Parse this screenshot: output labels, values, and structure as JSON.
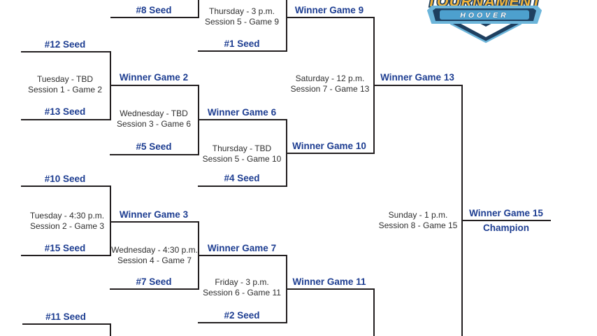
{
  "logo": {
    "line1": "TOURNAMENT",
    "line2": "HOOVER"
  },
  "colors": {
    "label_blue": "#1d3d91",
    "info_text": "#2f2f2f",
    "bracket_line": "#231f20",
    "logo_navy": "#1e3f5f",
    "logo_light_blue": "#6cb5da",
    "logo_mid_blue": "#4da0ce",
    "logo_yellow": "#f2b43b",
    "background": "#ffffff"
  },
  "bracket": {
    "labels": [
      {
        "text": "#8 Seed"
      },
      {
        "text": "Winner Game 9"
      },
      {
        "text": "#1 Seed"
      },
      {
        "text": "#12 Seed"
      },
      {
        "text": "Winner Game 2"
      },
      {
        "text": "#13 Seed"
      },
      {
        "text": "#5 Seed"
      },
      {
        "text": "Winner Game 6"
      },
      {
        "text": "#4 Seed"
      },
      {
        "text": "Winner Game 10"
      },
      {
        "text": "Winner Game 13"
      },
      {
        "text": "#10 Seed"
      },
      {
        "text": "Winner Game 3"
      },
      {
        "text": "#15 Seed"
      },
      {
        "text": "#7 Seed"
      },
      {
        "text": "Winner Game 7"
      },
      {
        "text": "#2 Seed"
      },
      {
        "text": "Winner Game 11"
      },
      {
        "text": "#11 Seed"
      },
      {
        "text": "Winner Game 15"
      },
      {
        "text": "Champion"
      }
    ],
    "games": [
      {
        "line1": "Thursday - 3 p.m.",
        "line2": "Session 5 - Game 9"
      },
      {
        "line1": "Tuesday - TBD",
        "line2": "Session 1 - Game 2"
      },
      {
        "line1": "Wednesday - TBD",
        "line2": "Session 3 - Game 6"
      },
      {
        "line1": "Thursday - TBD",
        "line2": "Session 5 - Game 10"
      },
      {
        "line1": "Saturday - 12 p.m.",
        "line2": "Session 7 - Game 13"
      },
      {
        "line1": "Tuesday - 4:30 p.m.",
        "line2": "Session 2 - Game 3"
      },
      {
        "line1": "Wednesday - 4:30 p.m.",
        "line2": "Session 4 - Game 7"
      },
      {
        "line1": "Friday - 3 p.m.",
        "line2": "Session 6 - Game 11"
      },
      {
        "line1": "Sunday - 1 p.m.",
        "line2": "Session 8 - Game 15"
      }
    ]
  }
}
